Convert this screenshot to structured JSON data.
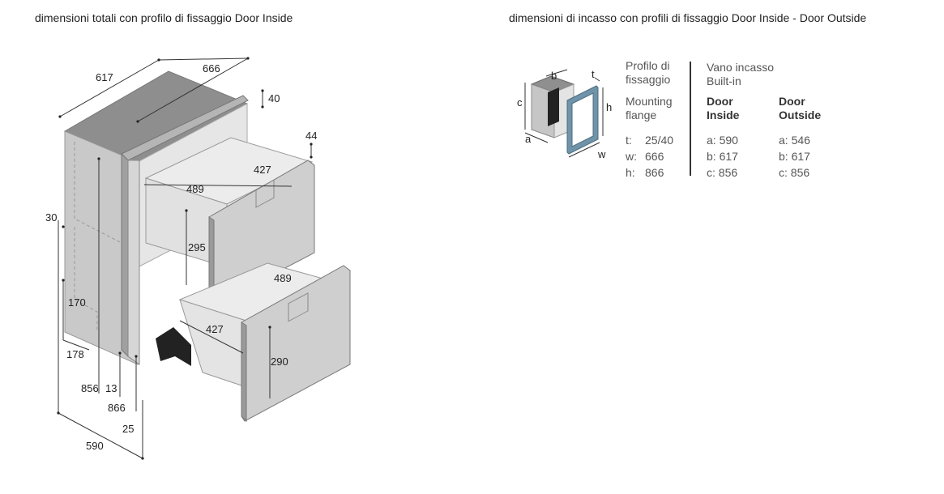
{
  "headings": {
    "left": "dimensioni totali con profilo di fissaggio Door Inside",
    "right": "dimensioni di incasso con profili di fissaggio Door Inside - Door Outside"
  },
  "drawing": {
    "dimensions": {
      "d617": "617",
      "d666": "666",
      "d40": "40",
      "d44": "44",
      "d427a": "427",
      "d489a": "489",
      "d295": "295",
      "d30": "30",
      "d489b": "489",
      "d170": "170",
      "d427b": "427",
      "d290": "290",
      "d178": "178",
      "d856": "856",
      "d13": "13",
      "d866": "866",
      "d25": "25",
      "d590": "590"
    }
  },
  "mini_diagram": {
    "labels": {
      "a": "a",
      "b": "b",
      "c": "c",
      "t": "t",
      "h": "h",
      "w": "w"
    }
  },
  "table": {
    "col1": {
      "header_it": [
        "Profilo di",
        "fissaggio"
      ],
      "header_en": [
        "Mounting",
        "flange"
      ],
      "rows": [
        {
          "key": "t:",
          "value": "25/40"
        },
        {
          "key": "w:",
          "value": "666"
        },
        {
          "key": "h:",
          "value": "866"
        }
      ]
    },
    "group_header": [
      "Vano incasso",
      "Built-in"
    ],
    "col2": {
      "header": [
        "Door",
        "Inside"
      ],
      "rows": [
        "a: 590",
        "b: 617",
        "c: 856"
      ]
    },
    "col3": {
      "header": [
        "Door",
        "Outside"
      ],
      "rows": [
        "a: 546",
        "b: 617",
        "c: 856"
      ]
    }
  },
  "colors": {
    "body_gray": "#9d9d9d",
    "panel_gray": "#c8c8c8",
    "frame_blue": "#6f93a8"
  }
}
